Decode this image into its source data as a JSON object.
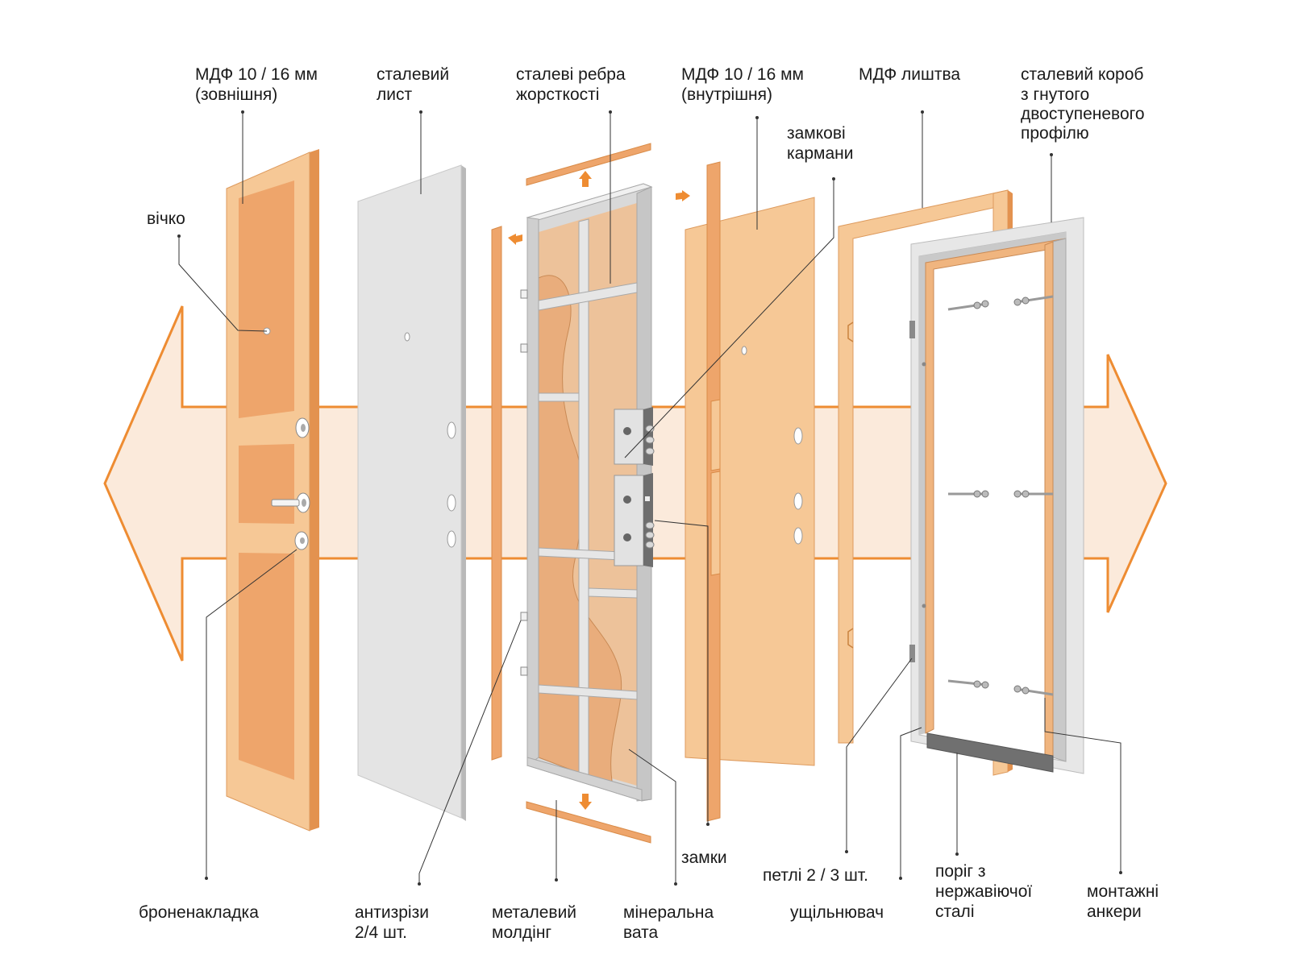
{
  "diagram": {
    "colors": {
      "mdf_light": "#f6c896",
      "mdf_panel": "#eea56b",
      "mdf_edge": "#e3924f",
      "steel": "#e4e4e4",
      "steel_edge": "#b9b9b9",
      "frame": "#d9d9d9",
      "wool": "#ecb98a",
      "arrow_stroke": "#ee8c32",
      "arrow_fill": "#fbeadb",
      "leader": "#333333"
    },
    "labels": {
      "mdf_outer": [
        "МДФ 10 / 16 мм",
        "(зовнішня)"
      ],
      "steel_sheet": [
        "сталевий",
        "лист"
      ],
      "ribs": [
        "сталеві ребра",
        "жорсткості"
      ],
      "mdf_inner": [
        "МДФ 10 / 16 мм",
        "(внутрішня)"
      ],
      "lock_pockets": [
        "замкові",
        "кармани"
      ],
      "trim": [
        "МДФ лиштва"
      ],
      "steel_box": [
        "сталевий короб",
        "з гнутого",
        "двоступеневого",
        "профілю"
      ],
      "peephole": [
        "вічко"
      ],
      "armor_plate": [
        "броненакладка"
      ],
      "anti_cut": [
        "антизрізи",
        "2/4 шт."
      ],
      "molding": [
        "металевий",
        "молдінг"
      ],
      "wool": [
        "мінеральна",
        "вата"
      ],
      "locks": [
        "замки"
      ],
      "hinges": [
        "петлі 2 / 3 шт."
      ],
      "seal": [
        "ущільнювач"
      ],
      "threshold": [
        "поріг з",
        "нержавіючої",
        "сталі"
      ],
      "anchors": [
        "монтажні",
        "анкери"
      ]
    }
  }
}
